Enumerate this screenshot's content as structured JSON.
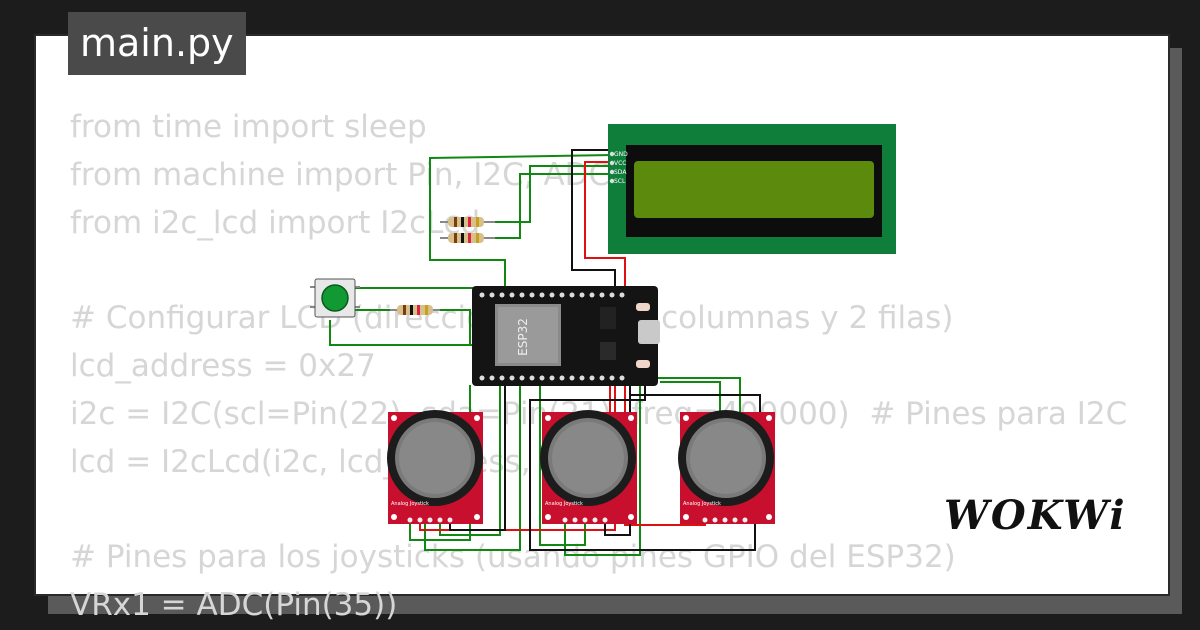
{
  "tab": {
    "title": "main.py"
  },
  "code_lines": [
    "from time import sleep",
    "from machine import Pin, I2C, ADC",
    "from i2c_lcd import I2cLcd",
    "",
    "# Configurar LCD (dirección 0x27, 16 columnas y 2 filas)",
    "lcd_address = 0x27",
    "i2c = I2C(scl=Pin(22), sda=Pin(21), freq=400000)  # Pines para I2C",
    "lcd = I2cLcd(i2c, lcd_address, 2, 16)",
    "",
    "# Pines para los joysticks (usando pines GPIO del ESP32)",
    "VRx1 = ADC(Pin(35))"
  ],
  "lcd": {
    "pins": [
      "GND",
      "VCC",
      "SDA",
      "SCL"
    ]
  },
  "esp32": {
    "label": "ESP32"
  },
  "joysticks": [
    {
      "label": "Analog Joystick"
    },
    {
      "label": "Analog Joystick"
    },
    {
      "label": "Analog Joystick"
    }
  ],
  "logo": {
    "text": "WOKWi"
  },
  "colors": {
    "wire_green": "#118811",
    "wire_red": "#dd1111",
    "wire_black": "#111111",
    "pcb": "#c8102e",
    "lcd_board": "#0f7e3a",
    "lcd_screen": "#5c8a0c"
  }
}
